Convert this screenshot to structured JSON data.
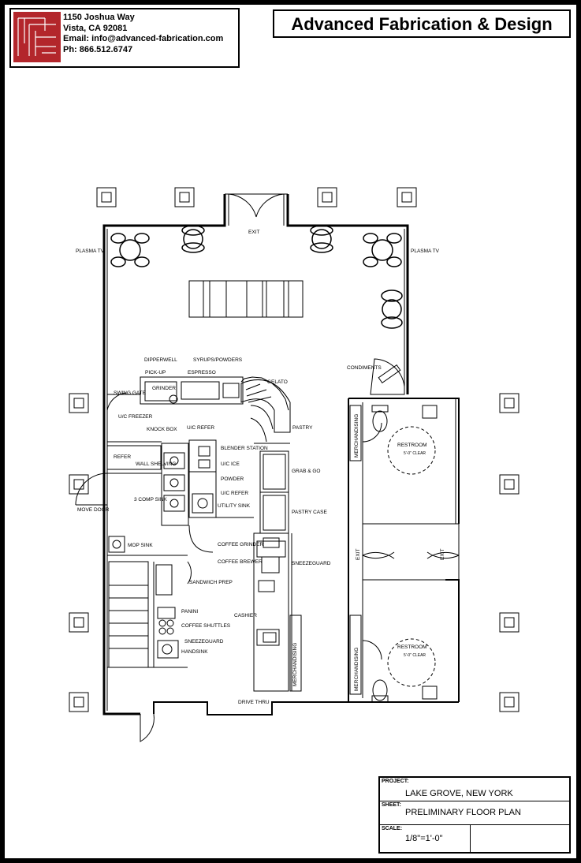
{
  "header": {
    "address_line1": "1150 Joshua Way",
    "address_line2": "Vista, CA 92081",
    "email": "Email: info@advanced-fabrication.com",
    "phone": "Ph: 866.512.6747",
    "company_name": "Advanced Fabrication & Design"
  },
  "title_block": {
    "project_label": "PROJECT:",
    "project": "LAKE GROVE, NEW YORK",
    "sheet_label": "SHEET:",
    "sheet": "PRELIMINARY FLOOR PLAN",
    "scale_label": "SCALE:",
    "scale": "1/8\"=1'-0\""
  },
  "labels": {
    "exit_top": "EXIT",
    "plasma_left": "PLASMA TV",
    "plasma_right": "PLASMA TV",
    "condiments": "CONDIMENTS",
    "dipperwell": "DIPPERWELL",
    "syrups": "SYRUPS/POWDERS",
    "pickup": "PICK-UP",
    "espresso": "ESPRESSO",
    "gelato": "GELATO",
    "swing_gate": "SWING GATE",
    "grinder": "GRINDER",
    "uc_freezer": "U/C FREEZER",
    "knock_box": "KNOCK BOX",
    "uc_refer": "U/C REFER",
    "pastry": "PASTRY",
    "refer": "REFER",
    "wall_shelving": "WALL SHELVING",
    "blender": "BLENDER STATION",
    "uc_ice": "U/C ICE",
    "powder": "POWDER",
    "uc_refer2": "U/C REFER",
    "three_comp": "3 COMP SINK",
    "utility_sink": "UTILITY SINK",
    "grab_go": "GRAB & GO",
    "pastry_case": "PASTRY CASE",
    "move_door": "MOVE DOOR",
    "mop_sink": "MOP SINK",
    "coffee_grinder": "COFFEE GRINDER",
    "coffee_brewer": "COFFEE BREWER",
    "sneezeguard": "SNEEZEGUARD",
    "sandwich_prep": "SANDWICH PREP",
    "panini": "PANINI",
    "coffee_shuttles": "COFFEE SHUTTLES",
    "sneezeguard2": "SNEEZEGUARD",
    "handsink": "HANDSINK",
    "cashier": "CASHIER",
    "drive_thru": "DRIVE THRU",
    "merchandising1": "MERCHANDISING",
    "merchandising2": "MERCHANDISING",
    "merchandising3": "MERCHANDISING",
    "restroom1": "RESTROOM",
    "restroom1_dim": "5'-0\" CLEAR",
    "restroom2": "RESTROOM",
    "restroom2_dim": "5'-0\" CLEAR",
    "exit_mid_left": "EXIT",
    "exit_mid_right": "EXIT"
  },
  "colors": {
    "logo_red": "#b3262b",
    "line": "#000000",
    "frame": "#000000"
  }
}
